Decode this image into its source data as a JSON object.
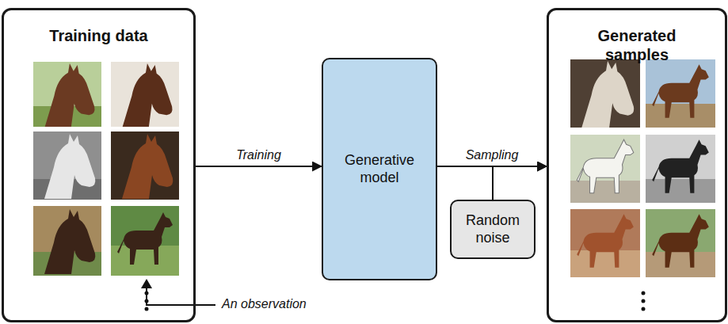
{
  "diagram": {
    "nodes": [
      {
        "text": [
          "Training data"
        ]
      },
      {
        "text": [
          "Generative model"
        ]
      },
      {
        "text": [
          "Random noise"
        ]
      },
      {
        "text": [
          "Generated samples"
        ]
      }
    ],
    "edges": [
      {
        "from": 0,
        "to": 1,
        "label": "Training",
        "arrow": "to"
      },
      {
        "from": 1,
        "to": 3,
        "label": "Sampling",
        "arrow": "to"
      },
      {
        "from": 2,
        "to": 3,
        "arrow": "to"
      }
    ],
    "labels": [
      "An observation"
    ]
  }
}
